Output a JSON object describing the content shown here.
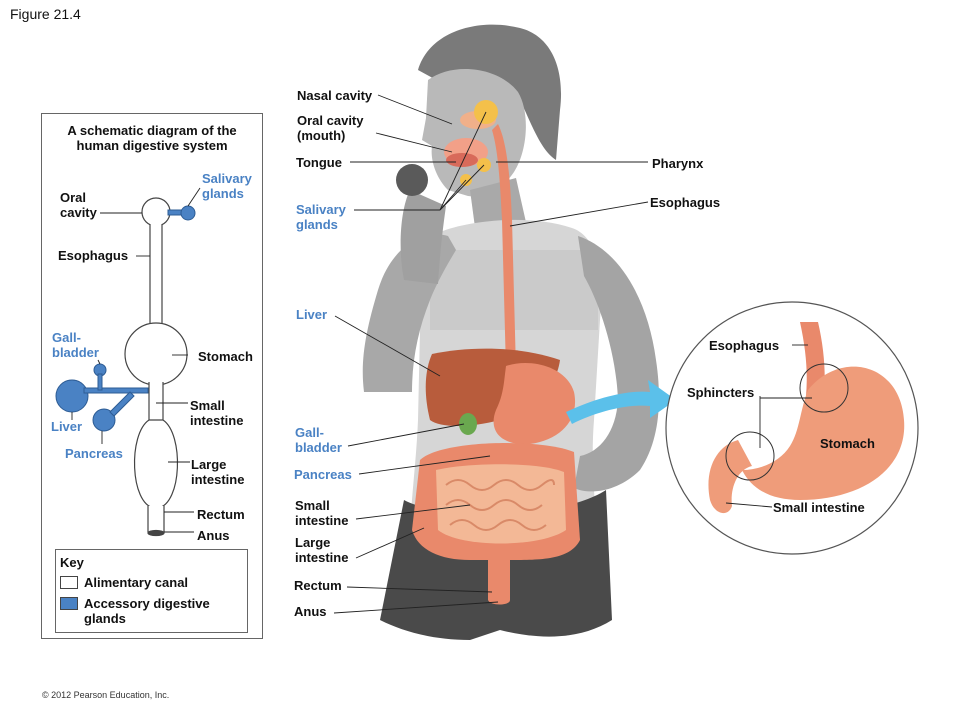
{
  "figure_label": "Figure 21.4",
  "copyright": "© 2012 Pearson Education, Inc.",
  "colors": {
    "accessory_blue": "#4a82c4",
    "organ_salmon": "#e9896b",
    "liver_brown": "#b85c3c",
    "callout_arrow": "#5bc0ea"
  },
  "schematic": {
    "title": "A schematic diagram of the\nhuman digestive system",
    "labels": {
      "salivary_glands": "Salivary\nglands",
      "oral_cavity": "Oral\ncavity",
      "esophagus": "Esophagus",
      "gallbladder": "Gall-\nbladder",
      "stomach": "Stomach",
      "small_intestine": "Small\nintestine",
      "liver": "Liver",
      "pancreas": "Pancreas",
      "large_intestine": "Large\nintestine",
      "rectum": "Rectum",
      "anus": "Anus"
    },
    "key": {
      "title": "Key",
      "alimentary": "Alimentary canal",
      "accessory": "Accessory digestive\nglands"
    }
  },
  "body_labels": {
    "nasal_cavity": "Nasal cavity",
    "oral_cavity": "Oral cavity\n(mouth)",
    "tongue": "Tongue",
    "salivary_glands": "Salivary\nglands",
    "liver": "Liver",
    "gallbladder": "Gall-\nbladder",
    "pancreas": "Pancreas",
    "small_intestine": "Small\nintestine",
    "large_intestine": "Large\nintestine",
    "rectum": "Rectum",
    "anus": "Anus",
    "pharynx": "Pharynx",
    "esophagus": "Esophagus"
  },
  "inset_labels": {
    "esophagus": "Esophagus",
    "sphincters": "Sphincters",
    "stomach": "Stomach",
    "small_intestine": "Small intestine"
  }
}
